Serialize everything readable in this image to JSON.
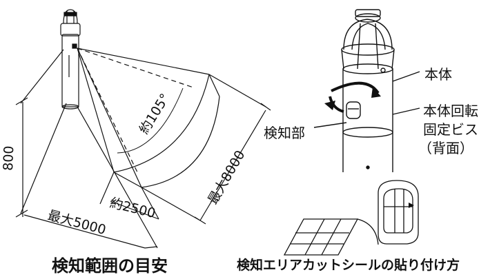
{
  "captions": {
    "detection_range": "検知範囲の目安",
    "seal_method": "検知エリアカットシールの貼り付け方"
  },
  "dimensions": {
    "angle": "約105°",
    "height": "800",
    "radius_max": "最大8000",
    "width_max": "最大5000",
    "offset": "約2500"
  },
  "labels": {
    "body": "本体",
    "rotation_screw_line1": "本体回転",
    "rotation_screw_line2": "固定ビス",
    "rotation_screw_back": "（背面）",
    "detector": "検知部"
  },
  "colors": {
    "line": "#111111",
    "background": "#ffffff"
  }
}
